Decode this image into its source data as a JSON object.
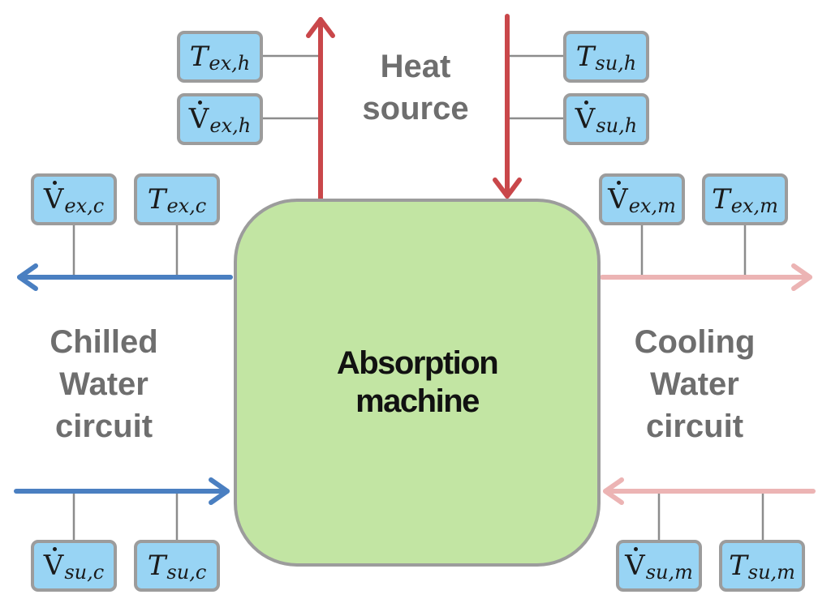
{
  "machine": {
    "label": "Absorption\nmachine"
  },
  "circuits": {
    "heat": "Heat\nsource",
    "chilled": "Chilled\nWater\ncircuit",
    "cooling": "Cooling\nWater\ncircuit"
  },
  "sensors": {
    "t_ex_h": {
      "symbol": "T",
      "sub": "ex,h"
    },
    "v_ex_h": {
      "symbol": "V",
      "sub": "ex,h"
    },
    "t_su_h": {
      "symbol": "T",
      "sub": "su,h"
    },
    "v_su_h": {
      "symbol": "V",
      "sub": "su,h"
    },
    "v_ex_c": {
      "symbol": "V",
      "sub": "ex,c"
    },
    "t_ex_c": {
      "symbol": "T",
      "sub": "ex,c"
    },
    "v_ex_m": {
      "symbol": "V",
      "sub": "ex,m"
    },
    "t_ex_m": {
      "symbol": "T",
      "sub": "ex,m"
    },
    "v_su_c": {
      "symbol": "V",
      "sub": "su,c"
    },
    "t_su_c": {
      "symbol": "T",
      "sub": "su,c"
    },
    "v_su_m": {
      "symbol": "V",
      "sub": "su,m"
    },
    "t_su_m": {
      "symbol": "T",
      "sub": "su,m"
    }
  },
  "colors": {
    "heat_flow": "#c9474a",
    "chilled_flow": "#4a7fc1",
    "cooling_flow": "#ecb4b4",
    "sensor_fill": "#98d4f4",
    "border_gray": "#9c9c9c",
    "machine_fill": "#c2e5a3",
    "label_gray": "#6e6e6e"
  }
}
